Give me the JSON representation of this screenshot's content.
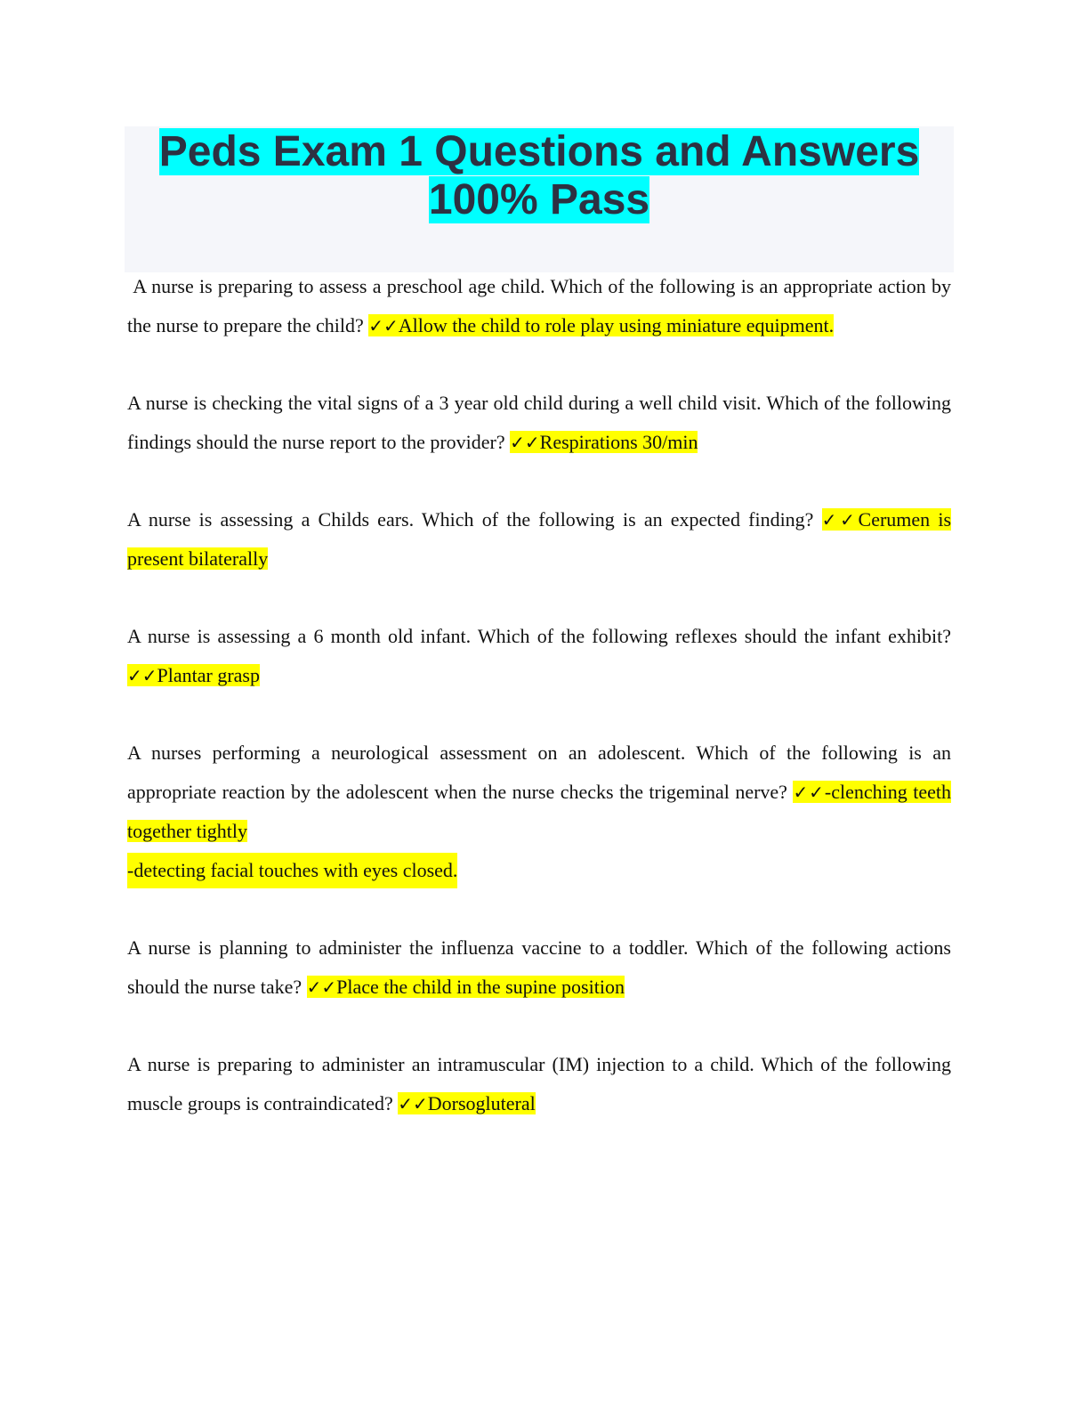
{
  "title": {
    "line1": "Peds Exam 1 Questions and Answers",
    "line2": "100% Pass"
  },
  "check_icon": "✓✓",
  "colors": {
    "title_highlight": "#00ffff",
    "answer_highlight": "#ffff00",
    "title_bg": "#f5f6fa"
  },
  "questions": [
    {
      "question": "A nurse is preparing to assess a preschool age child. Which of the following is an appropriate action by the nurse to prepare the child?",
      "answer": "Allow the child to role play using miniature equipment."
    },
    {
      "question": "A nurse is checking the vital signs of a 3 year old child during a well child visit. Which of the following findings should the nurse report to the provider?",
      "answer": "Respirations 30/min"
    },
    {
      "question": "A nurse is assessing a Childs ears. Which of the following is an expected finding?",
      "answer": "Cerumen is present bilaterally"
    },
    {
      "question": "A nurse is assessing a 6 month old infant. Which of the following reflexes should the infant exhibit?",
      "answer": "Plantar grasp"
    },
    {
      "question": "A nurses performing a neurological assessment on an adolescent. Which of the following is an appropriate reaction by the adolescent when the nurse checks the trigeminal nerve?",
      "answer": "-clenching teeth together tightly",
      "answer_line2": "-detecting facial touches with eyes closed."
    },
    {
      "question": "A nurse is planning to administer the influenza vaccine to a toddler. Which of the following actions should the nurse take?",
      "answer": "Place the child in the supine position"
    },
    {
      "question": "A nurse is preparing to administer an intramuscular (IM) injection to a child. Which of the following muscle groups is contraindicated?",
      "answer": "Dorsogluteral"
    }
  ]
}
